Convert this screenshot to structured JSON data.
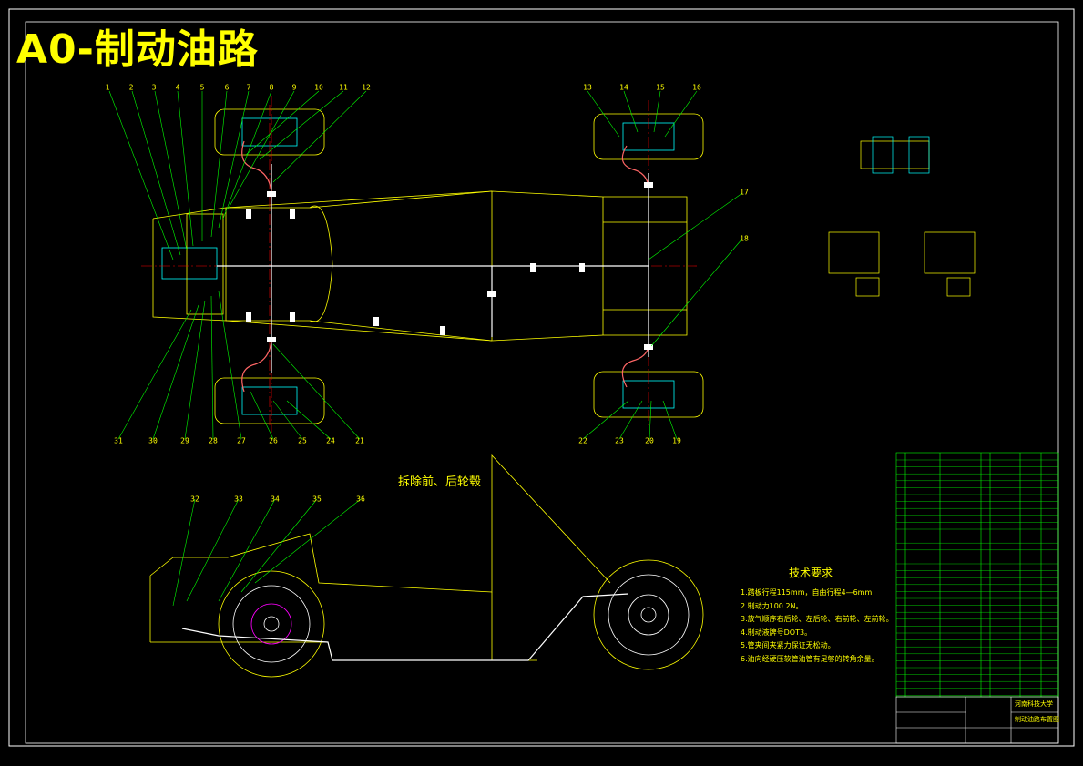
{
  "sheet_title": "A0-制动油路",
  "section_title": "拆除前、后轮毂",
  "technical_requirements": {
    "title": "技术要求",
    "items": [
      "1.踏板行程115mm，自由行程4—6mm",
      "2.制动力100.2N。",
      "3.放气顺序右后轮、左后轮、右前轮、左前轮。",
      "4.制动液牌号DOT3。",
      "5.管夹间夹紧力保证无松动。",
      "6.油向经硬压软管油管有足够的转角余量。"
    ]
  },
  "balloon_labels": {
    "top_left": [
      "1",
      "2",
      "3",
      "4",
      "5",
      "6",
      "7",
      "8",
      "9",
      "10",
      "11",
      "12"
    ],
    "top_right": [
      "13",
      "14",
      "15",
      "16"
    ],
    "right_side": [
      "17",
      "18"
    ],
    "bottom_right": [
      "22",
      "23",
      "20",
      "19"
    ],
    "bottom_left": [
      "31",
      "30",
      "29",
      "28",
      "27",
      "26",
      "25",
      "24",
      "21"
    ],
    "side_view": [
      "32",
      "33",
      "34",
      "35",
      "36"
    ]
  },
  "title_block": {
    "school": "河南科技大学",
    "drawing_name": "制动油路布置图"
  },
  "colors": {
    "background": "#000000",
    "frame": "#ffffff",
    "outline": "#ffff00",
    "leader": "#00ff00",
    "centerline": "#ff0000",
    "accent": "#00ffff",
    "pipe": "#ff00ff"
  }
}
